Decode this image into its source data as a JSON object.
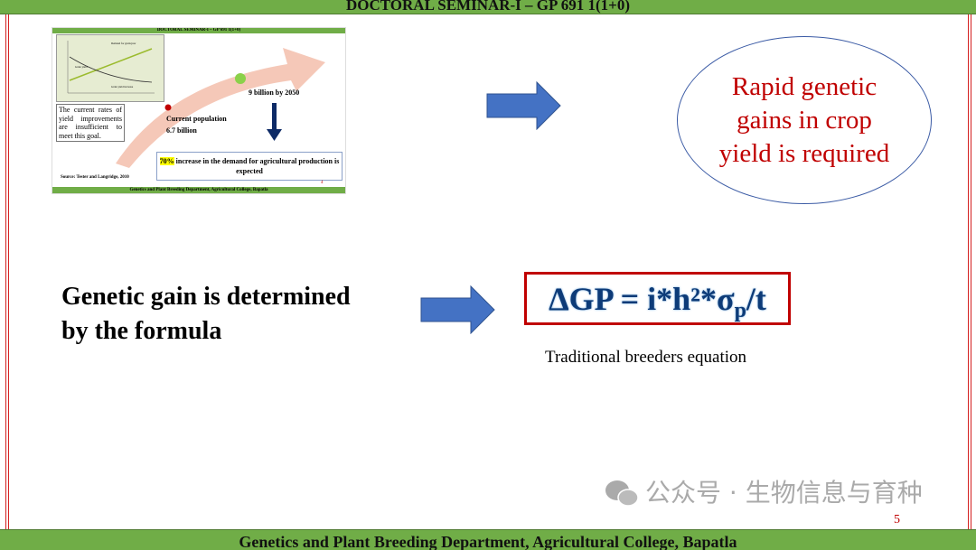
{
  "header": {
    "title": "DOCTORAL SEMINAR-I – GP 691 1(1+0)"
  },
  "footer": {
    "text": "Genetics and Plant Breeding Department, Agricultural College, Bapatla"
  },
  "thumbnail": {
    "header": "DOCTORAL SEMINAR-I – GP 691 1(1+0)",
    "footer": "Genetics and Plant Breeding Department, Agricultural College, Bapatla",
    "graph_labels": [
      "Demand for grain/year",
      "Grain yield",
      "Grain yield increase"
    ],
    "note": "The current rates of yield improvements are insufficient to meet this goal.",
    "future": "9 billion by 2050",
    "current_line1": "Current population",
    "current_line2": "6.7 billion",
    "demand_highlight": "70%",
    "demand_text": " increase in the demand for agricultural production is expected",
    "source": "Source: Tester and Langridge, 2010",
    "page": "4"
  },
  "ellipse_text": "Rapid genetic gains in crop yield is required",
  "statement": {
    "line1": "Genetic gain is determined",
    "line2": "by the formula"
  },
  "formula": {
    "main": "ΔGP = i*h²*σ",
    "sub": "p",
    "tail": "/t"
  },
  "caption": "Traditional breeders equation",
  "watermark": {
    "text": "公众号 · 生物信息与育种"
  },
  "page_number": "5",
  "colors": {
    "bar": "#70AD47",
    "arrow": "#4472C4",
    "ellipse_text": "#C00000",
    "formula": "#0D3B78"
  }
}
